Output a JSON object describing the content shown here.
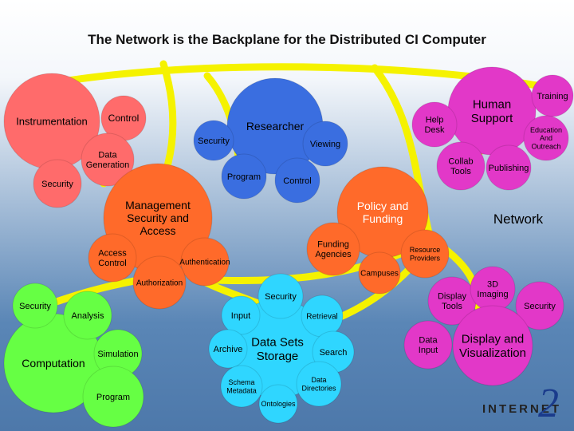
{
  "title": "The Network is the Backplane for the Distributed CI Computer",
  "nodes": {
    "instrumentation": "Instrumentation",
    "control_top_left": "Control",
    "data_generation": "Data Generation",
    "security_left": "Security",
    "researcher": "Researcher",
    "security_researcher": "Security",
    "viewing": "Viewing",
    "program_researcher": "Program",
    "control_researcher": "Control",
    "help_desk": "Help Desk",
    "human_support": "Human Support",
    "training": "Training",
    "education_outreach": "Education And Outreach",
    "collab_tools": "Collab Tools",
    "publishing": "Publishing",
    "policy_funding": "Policy and Funding",
    "network": "Network",
    "management": "Management Security and Access",
    "access_control": "Access Control",
    "authentication": "Authentication",
    "authorization": "Authorization",
    "funding_agencies": "Funding Agencies",
    "resource_providers": "Resource Providers",
    "campuses": "Campuses",
    "security_computation": "Security",
    "analysis": "Analysis",
    "computation": "Computation",
    "simulation": "Simulation",
    "program_computation": "Program",
    "security_data": "Security",
    "input": "Input",
    "retrieval": "Retrieval",
    "archive": "Archive",
    "data_sets": "Data Sets Storage",
    "search": "Search",
    "schema_metadata": "Schema Metadata",
    "data_directories": "Data Directories",
    "ontologies": "Ontologies",
    "display_tools": "Display Tools",
    "imaging_3d": "3D Imaging",
    "security_display": "Security",
    "data_input": "Data Input",
    "display_visualization": "Display and Visualization"
  },
  "logo": {
    "text": "INTERNET",
    "mark": "2"
  },
  "colors": {
    "background": "#5a86b6",
    "yellow": "#f5f200",
    "red": "#ff6b6b",
    "blue": "#3a6ee0",
    "magenta": "#e238c8",
    "orange": "#ff6a2a",
    "green": "#66ff44",
    "cyan": "#2fd6ff"
  }
}
